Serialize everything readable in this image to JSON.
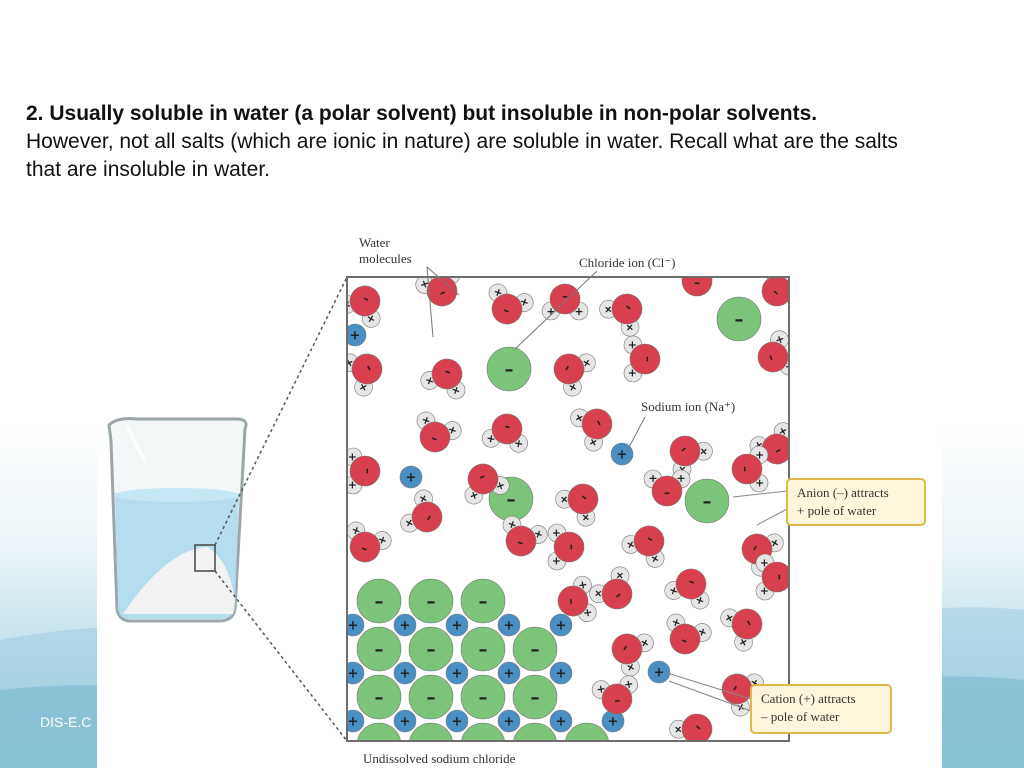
{
  "slide": {
    "heading": "2. Usually soluble in water (a polar solvent) but insoluble in non-polar solvents.",
    "body": "However, not all salts (which are ionic in nature) are soluble in water. Recall what are the salts that are insoluble in water.",
    "footer": "DIS-E.C"
  },
  "figure": {
    "label_water_line1": "Water",
    "label_water_line2": "molecules",
    "label_chloride": "Chloride ion (Cl⁻)",
    "label_sodium": "Sodium ion (Na⁺)",
    "callout_anion_line1": "Anion (–) attracts",
    "callout_anion_line2": "+ pole of water",
    "callout_cation_line1": "Cation (+) attracts",
    "callout_cation_line2": "– pole of water",
    "label_undissolved": "Undissolved sodium chloride",
    "colors": {
      "chloride": "#7cc47a",
      "sodium": "#4a8fc4",
      "oxygen": "#d9404f",
      "hydrogen": "#e6e6e6",
      "callout_fill": "#fdf6dc",
      "callout_stroke": "#e0b84a",
      "water": "#a8d8ec"
    }
  }
}
